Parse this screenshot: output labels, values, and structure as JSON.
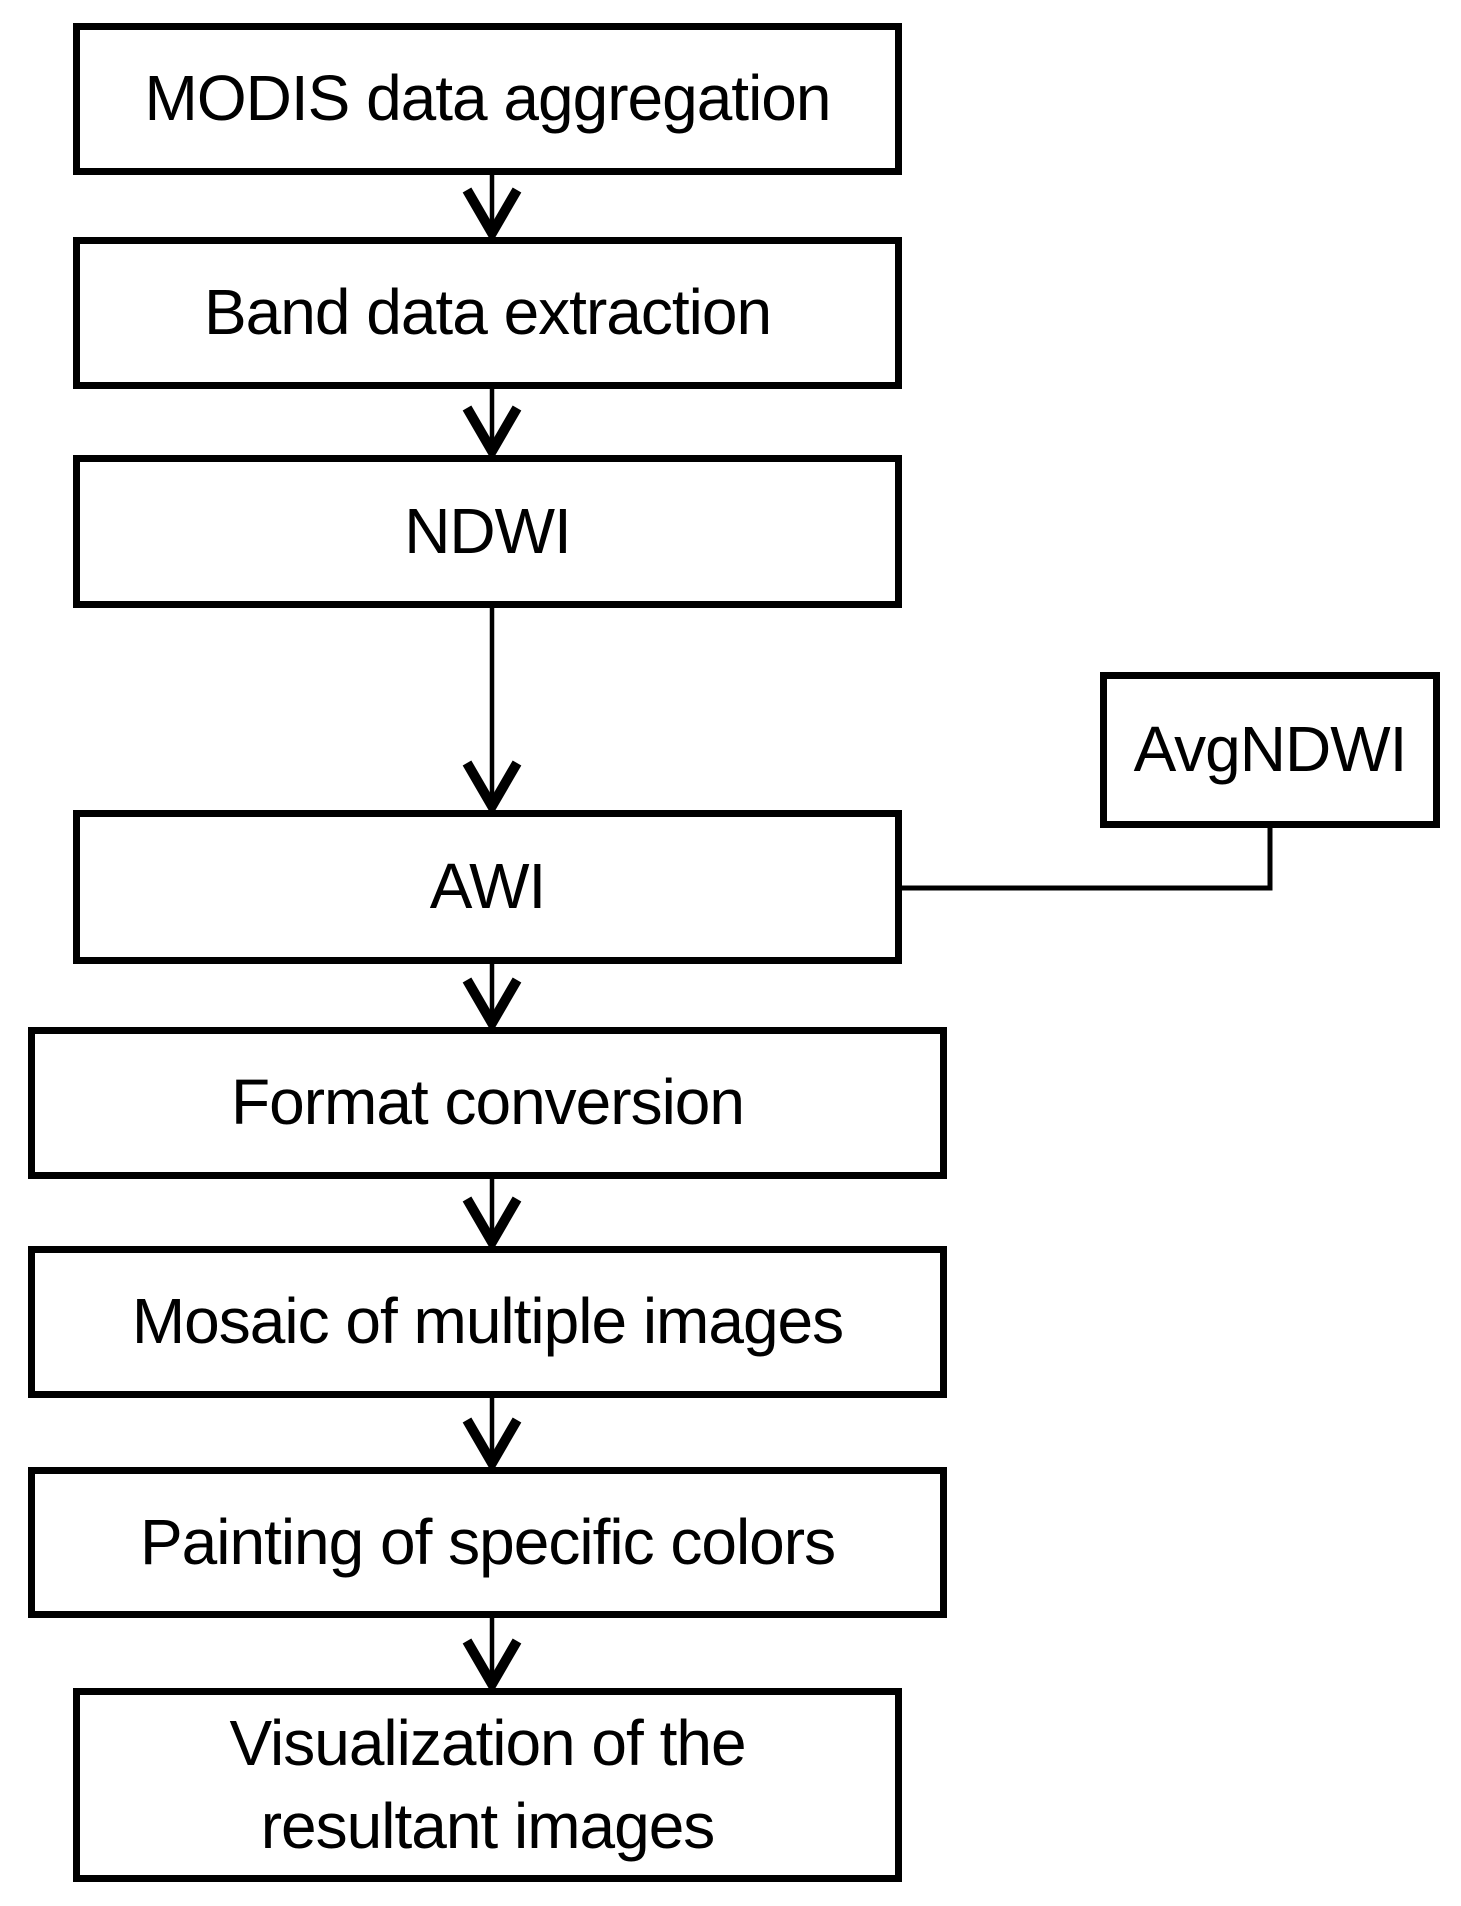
{
  "diagram": {
    "type": "flowchart",
    "colors": {
      "background": "#ffffff",
      "stroke": "#000000",
      "text": "#000000"
    },
    "nodes": {
      "modis": {
        "label": "MODIS data aggregation"
      },
      "band": {
        "label": "Band data extraction"
      },
      "ndwi": {
        "label": "NDWI"
      },
      "awi": {
        "label": "AWI"
      },
      "avgndwi": {
        "label": "AvgNDWI"
      },
      "format": {
        "label": "Format conversion"
      },
      "mosaic": {
        "label": "Mosaic of multiple images"
      },
      "painting": {
        "label": "Painting of specific colors"
      },
      "visualization": {
        "label": "Visualization of the resultant images",
        "lines": [
          "Visualization of the",
          "resultant images"
        ]
      }
    },
    "edges": [
      {
        "from": "modis",
        "to": "band",
        "style": "arrow"
      },
      {
        "from": "band",
        "to": "ndwi",
        "style": "arrow"
      },
      {
        "from": "ndwi",
        "to": "awi",
        "style": "arrow"
      },
      {
        "from": "awi",
        "to": "format",
        "style": "arrow"
      },
      {
        "from": "format",
        "to": "mosaic",
        "style": "arrow"
      },
      {
        "from": "mosaic",
        "to": "painting",
        "style": "arrow"
      },
      {
        "from": "painting",
        "to": "visualization",
        "style": "arrow"
      },
      {
        "from": "awi",
        "to": "avgndwi",
        "style": "elbow-line"
      }
    ]
  }
}
